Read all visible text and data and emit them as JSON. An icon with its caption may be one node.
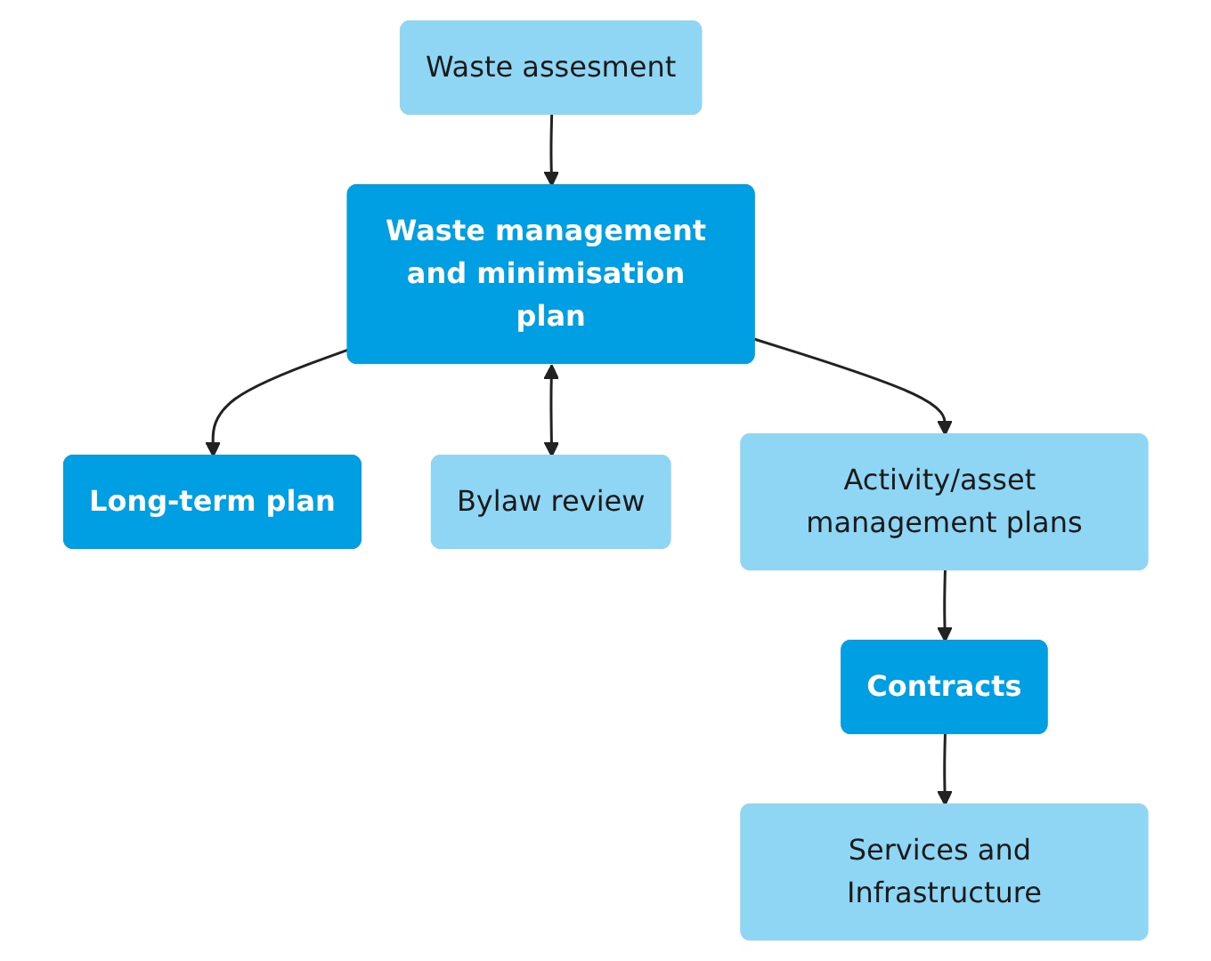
{
  "diagram": {
    "nodes": [
      {
        "text": [
          "Waste assesment"
        ]
      },
      {
        "text": [
          "Waste management and minimisation plan"
        ]
      },
      {
        "text": [
          "Long-term plan"
        ]
      },
      {
        "text": [
          "Bylaw review"
        ]
      },
      {
        "text": [
          "Activity/asset management plans"
        ]
      },
      {
        "text": [
          "Contracts"
        ]
      },
      {
        "text": [
          "Services and Infrastructure"
        ]
      }
    ],
    "edges": [
      {
        "from": 0,
        "to": 1,
        "arrow": "to"
      },
      {
        "from": 1,
        "to": 2,
        "arrow": "to"
      },
      {
        "from": 1,
        "to": 3,
        "arrow": "both"
      },
      {
        "from": 1,
        "to": 4,
        "arrow": "to"
      },
      {
        "from": 4,
        "to": 5,
        "arrow": "to"
      },
      {
        "from": 5,
        "to": 6,
        "arrow": "to"
      }
    ]
  }
}
